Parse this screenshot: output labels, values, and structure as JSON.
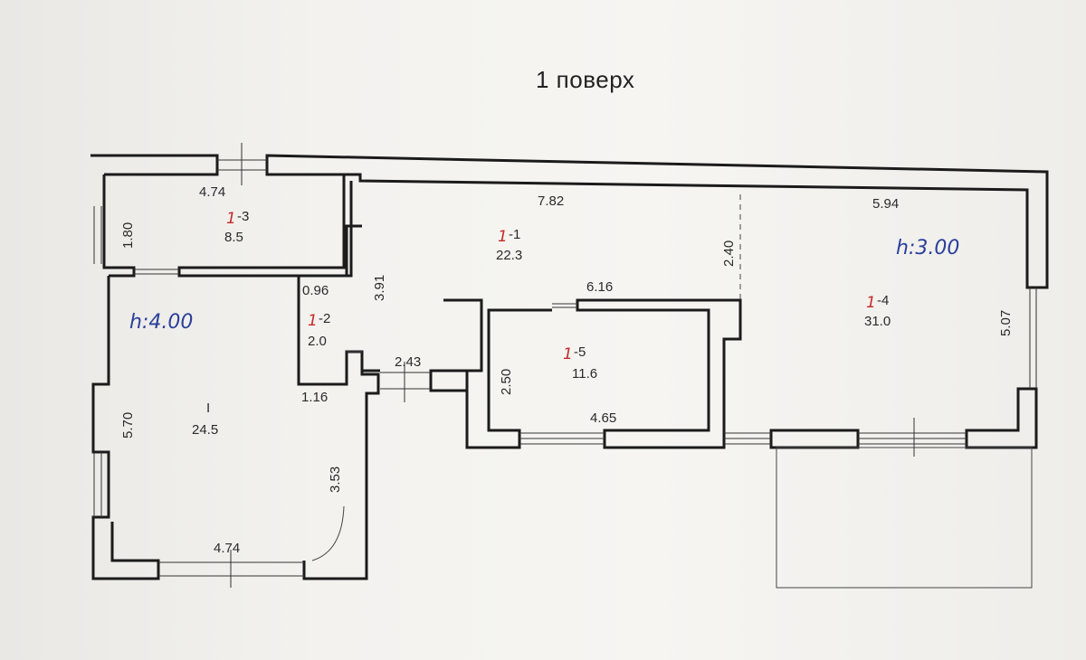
{
  "title": "1 поверх",
  "rooms": {
    "r1_1": {
      "prefix": "1",
      "number": "-1",
      "area": "22.3"
    },
    "r1_2": {
      "prefix": "1",
      "number": "-2",
      "area": "2.0"
    },
    "r1_3": {
      "prefix": "1",
      "number": "-3",
      "area": "8.5"
    },
    "r1_4": {
      "prefix": "1",
      "number": "-4",
      "area": "31.0"
    },
    "r1_5": {
      "prefix": "1",
      "number": "-5",
      "area": "11.6"
    },
    "rI": {
      "number": "I",
      "area": "24.5"
    }
  },
  "heights": {
    "left": "h:4.00",
    "right": "h:3.00"
  },
  "dimensions": {
    "top_left_width": "4.74",
    "left_small_height": "1.80",
    "center_top_width": "7.82",
    "right_top_width": "5.94",
    "dashed_height": "2.40",
    "corridor_height": "3.91",
    "closet_width": "0.96",
    "inner_room_top": "6.16",
    "inner_room_height": "2.50",
    "inner_room_bottom": "4.65",
    "passage_width": "2.43",
    "right_room_height": "5.07",
    "left_room_height": "5.70",
    "left_room_bottom_width": "4.74",
    "left_room_right_top": "1.16",
    "left_room_right_height": "3.53"
  },
  "colors": {
    "walls": "#1b1b1b",
    "handwriting": "#2a3f9a",
    "room_prefix": "#c62828"
  }
}
